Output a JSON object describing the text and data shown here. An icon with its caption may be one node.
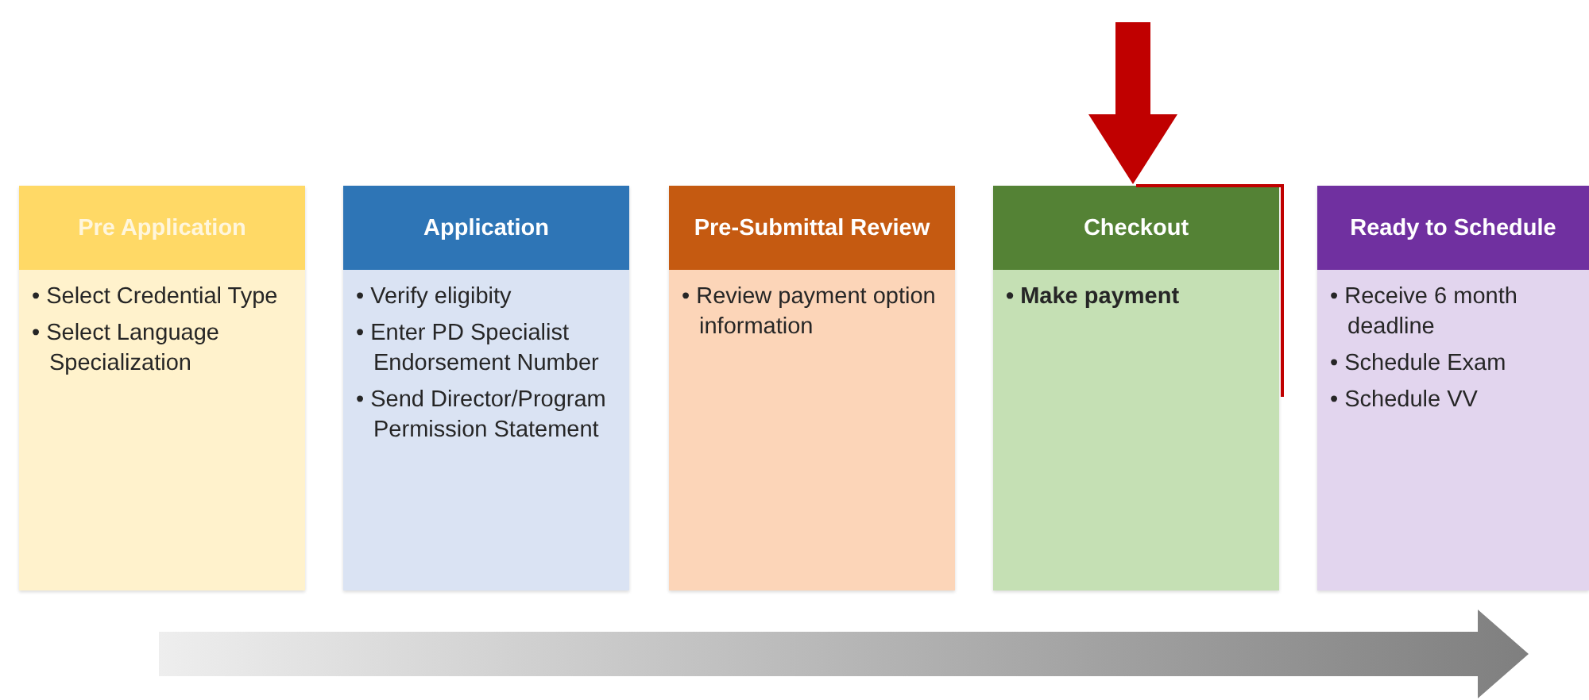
{
  "diagram": {
    "nodes": [
      {
        "text": [
          "Pre Application",
          "• Select Credential Type",
          "• Select Language Specialization"
        ]
      },
      {
        "text": [
          "Application",
          "• Verify eligibity",
          "• Enter PD Specialist Endorsement Number",
          "• Send Director/Program Permission Statement"
        ]
      },
      {
        "text": [
          "Pre-Submittal Review",
          "• Review payment option information"
        ]
      },
      {
        "text": [
          "Checkout",
          "• Make payment"
        ]
      },
      {
        "text": [
          "Ready to Schedule",
          "• Receive 6 month deadline",
          "• Schedule Exam",
          "• Schedule VV"
        ]
      }
    ],
    "edges": [
      {
        "from": null,
        "to": 3,
        "arrow": "to",
        "color": "#c00000"
      }
    ]
  }
}
